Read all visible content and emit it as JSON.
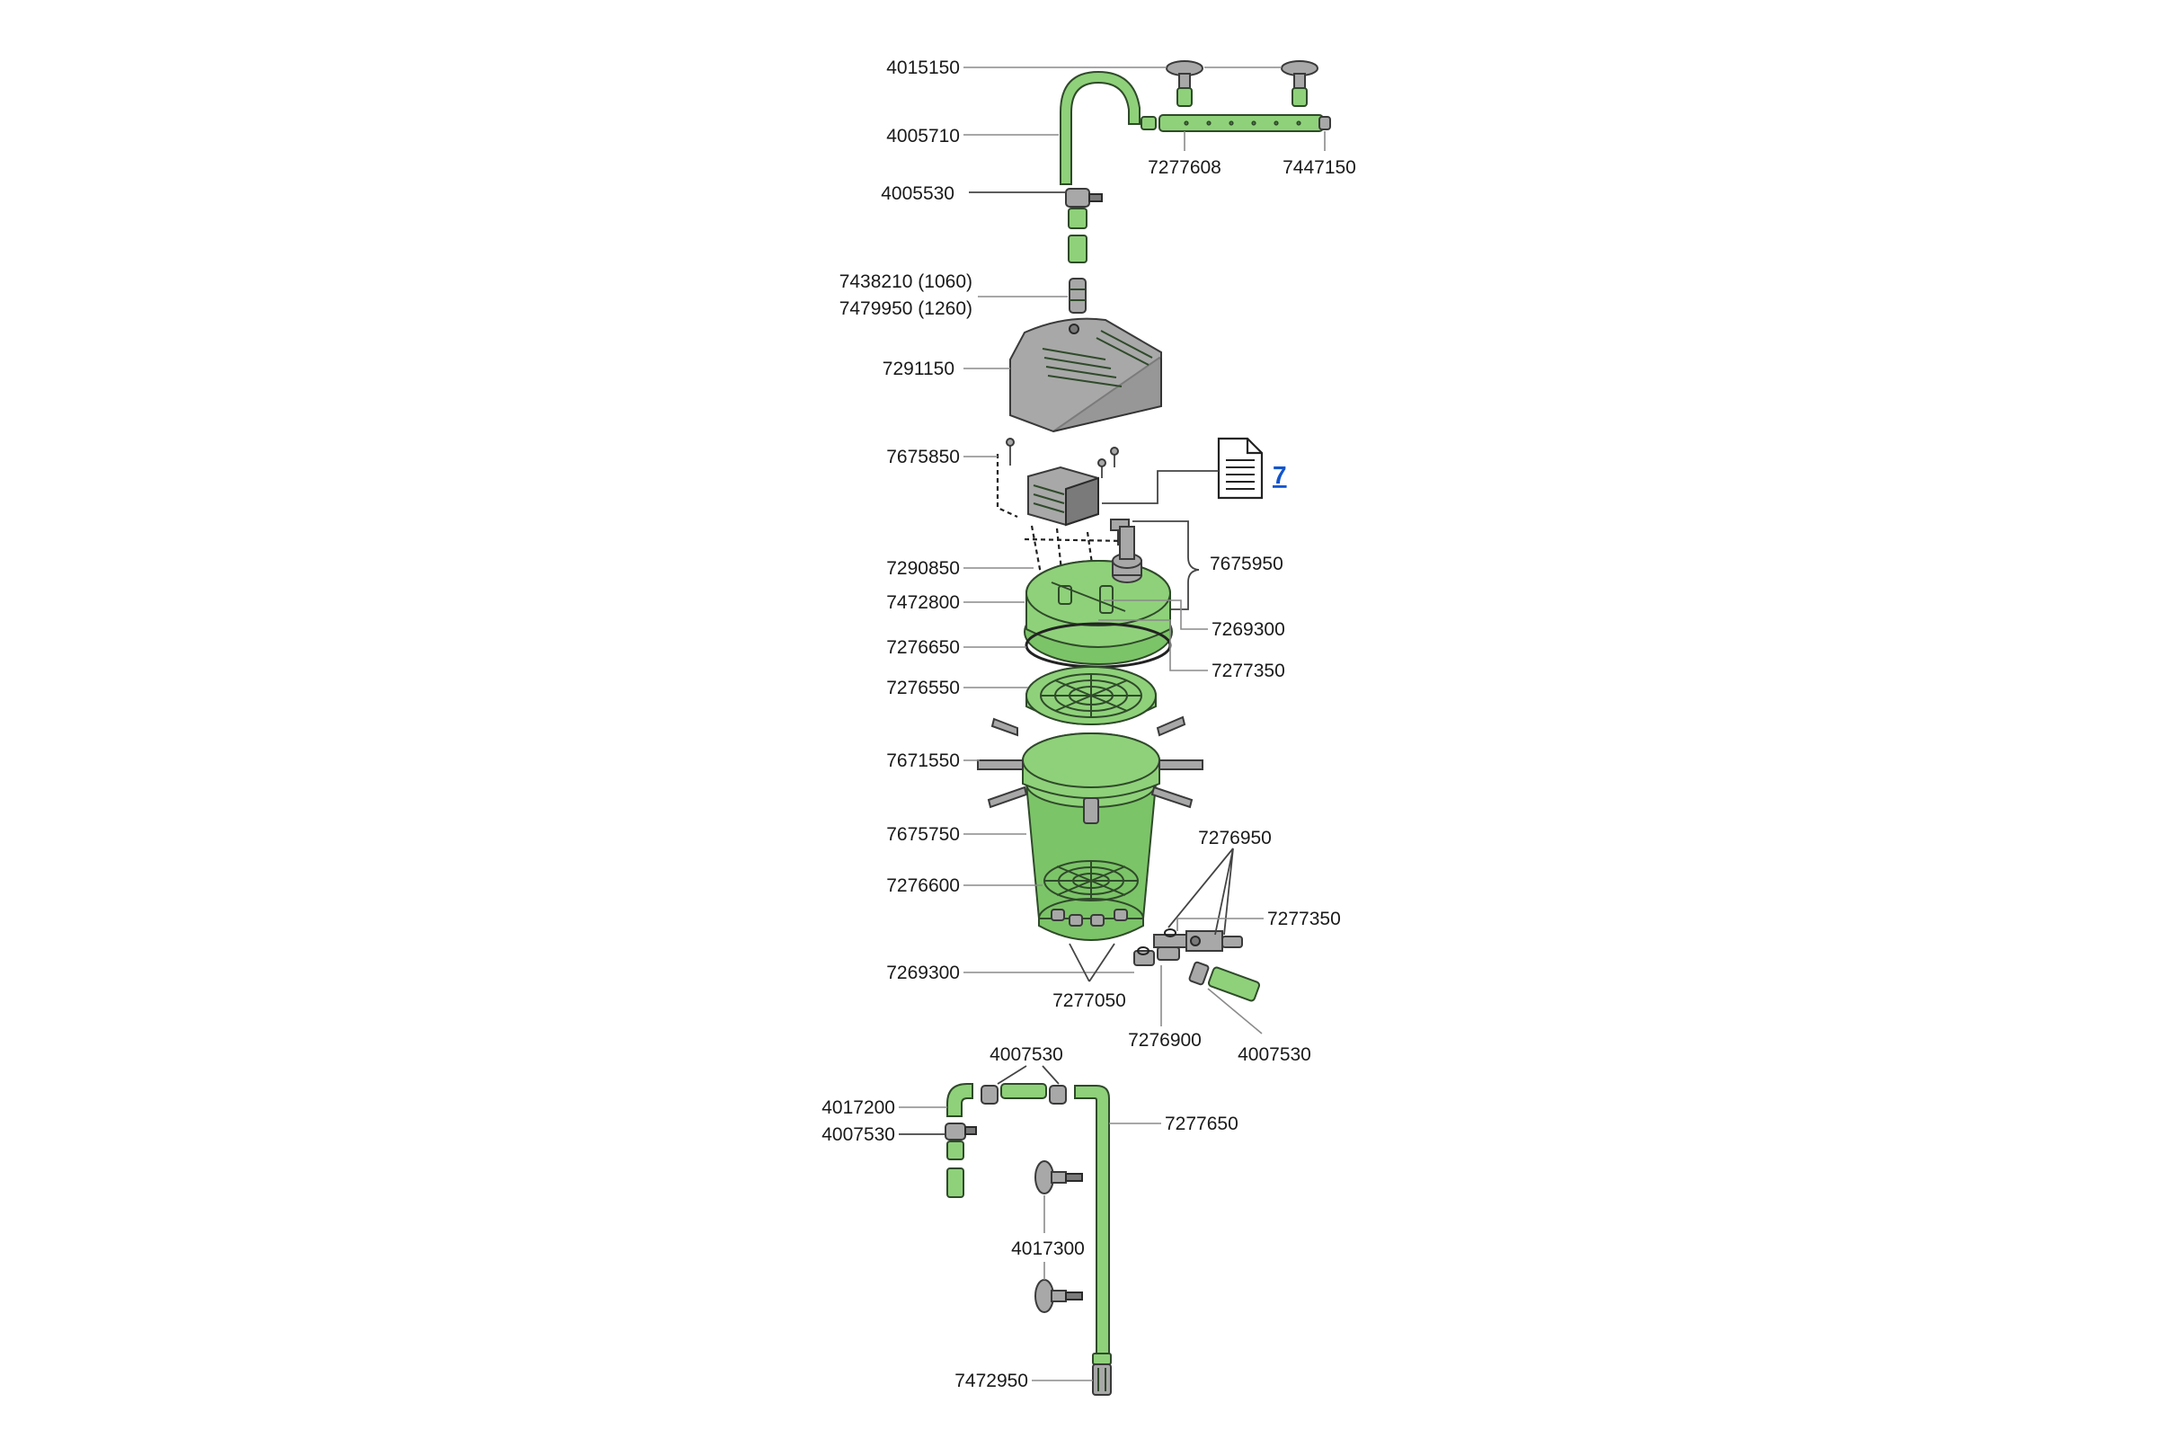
{
  "labels": {
    "l4015150": "4015150",
    "l4005710": "4005710",
    "l7277608": "7277608",
    "l7447150": "7447150",
    "l4005530": "4005530",
    "l7438210": "7438210 (1060)",
    "l7479950": "7479950 (1260)",
    "l7291150": "7291150",
    "l7675850": "7675850",
    "l7675950": "7675950",
    "l7290850": "7290850",
    "l7472800": "7472800",
    "l7269300a": "7269300",
    "l7277350a": "7277350",
    "l7276650": "7276650",
    "l7276550": "7276550",
    "l7671550": "7671550",
    "l7675750": "7675750",
    "l7276950": "7276950",
    "l7276600": "7276600",
    "l7277350b": "7277350",
    "l7269300b": "7269300",
    "l7277050": "7277050",
    "l7276900": "7276900",
    "l4007530a": "4007530",
    "l4007530b": "4007530",
    "l4017200": "4017200",
    "l4007530c": "4007530",
    "l7277650": "7277650",
    "l4017300": "4017300",
    "l7472950": "7472950"
  },
  "manual": {
    "link_text": "7",
    "icon": "document-icon"
  },
  "colors": {
    "part_green": "#8fd17a",
    "housing_grey": "#a8a8a8",
    "link_blue": "#1155cc"
  }
}
